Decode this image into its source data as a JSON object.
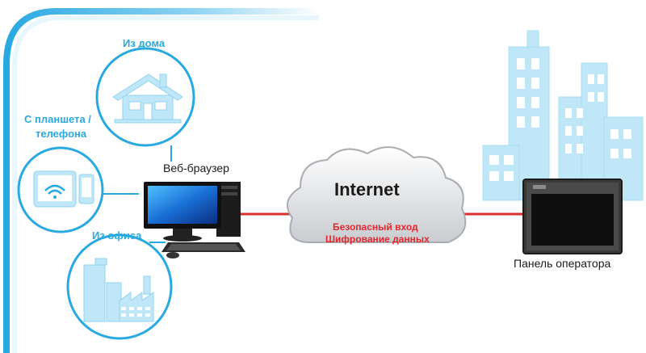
{
  "labels": {
    "from_home": "Из дома",
    "from_tablet_line1": "С планшета /",
    "from_tablet_line2": "телефона",
    "from_office": "Из офиса",
    "web_browser": "Веб-браузер",
    "internet": "Internet",
    "secure_login": "Безопасный вход",
    "data_encryption": "Шифрование данных",
    "operator_panel": "Панель оператора"
  },
  "colors": {
    "accent_blue": "#29a9e1",
    "light_blue": "#bfe7f8",
    "link_red": "#d9302c",
    "security_red": "#e3262e"
  },
  "icons": [
    "house-icon",
    "tablet-phone-icon",
    "factory-icon",
    "desktop-computer-icon",
    "cloud-icon",
    "city-buildings-icon",
    "operator-panel-icon"
  ]
}
